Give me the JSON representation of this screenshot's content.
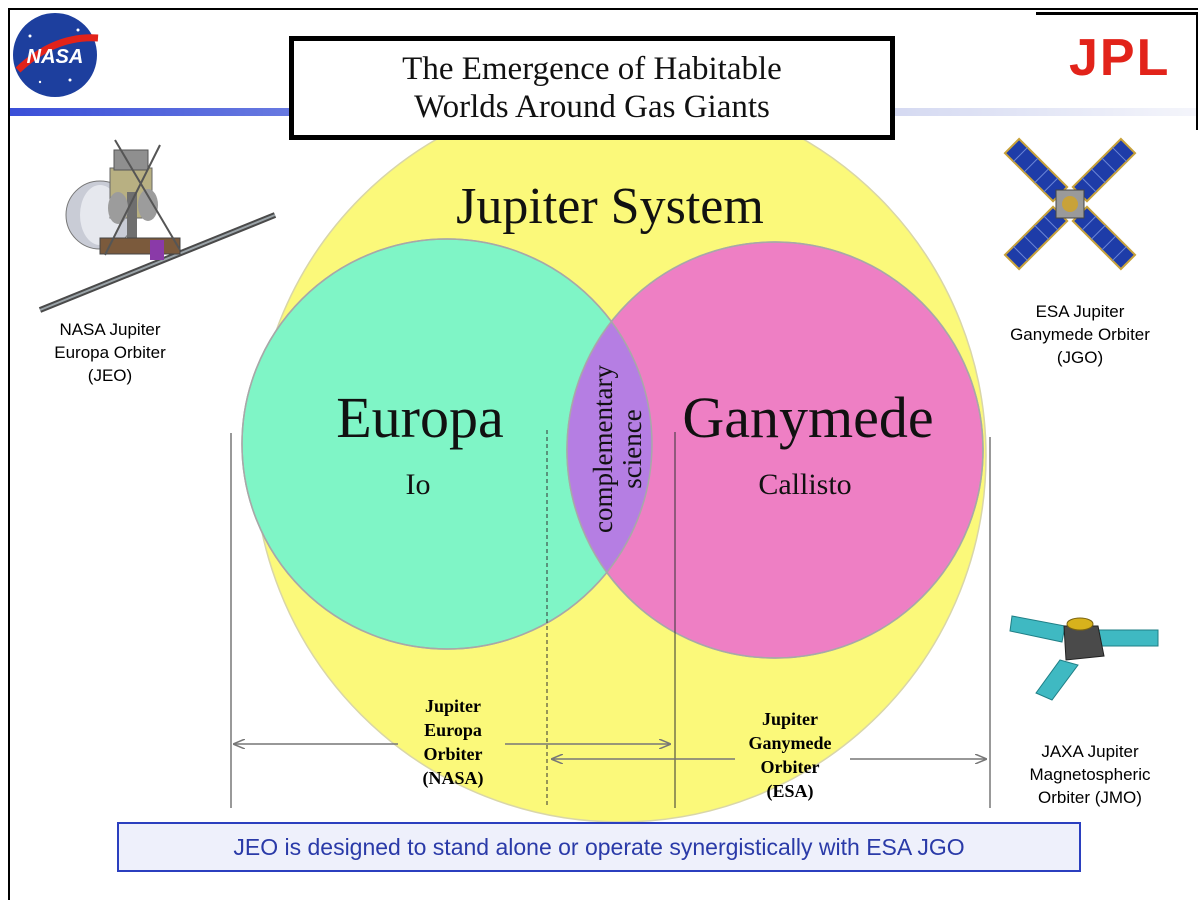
{
  "header": {
    "title_line1": "The Emergence of Habitable",
    "title_line2": "Worlds Around Gas Giants",
    "nasa_logo_text": "NASA",
    "jpl_logo_text": "JPL"
  },
  "diagram": {
    "outer_label": "Jupiter System",
    "left_circle": {
      "label": "Europa",
      "sub": "Io"
    },
    "right_circle": {
      "label": "Ganymede",
      "sub": "Callisto"
    },
    "overlap": {
      "line1": "complementary",
      "line2": "science"
    }
  },
  "spacecraft": {
    "jeo": {
      "line1": "NASA Jupiter",
      "line2": "Europa Orbiter",
      "line3": "(JEO)"
    },
    "jgo": {
      "line1": "ESA Jupiter",
      "line2": "Ganymede Orbiter",
      "line3": "(JGO)"
    },
    "jmo": {
      "line1": "JAXA Jupiter",
      "line2": "Magnetospheric",
      "line3": "Orbiter (JMO)"
    }
  },
  "orbiters": {
    "jeo": {
      "line1": "Jupiter",
      "line2": "Europa",
      "line3": "Orbiter",
      "line4": "(NASA)"
    },
    "jgo": {
      "line1": "Jupiter",
      "line2": "Ganymede",
      "line3": "Orbiter",
      "line4": "(ESA)"
    }
  },
  "banner": "JEO is designed to stand alone or operate synergistically with ESA JGO",
  "colors": {
    "outer": "#fbf97a",
    "left": "#7ff5c6",
    "right": "#ee7fc4",
    "overlap": "#b57ee3",
    "banner_border": "#2b3fbf"
  }
}
